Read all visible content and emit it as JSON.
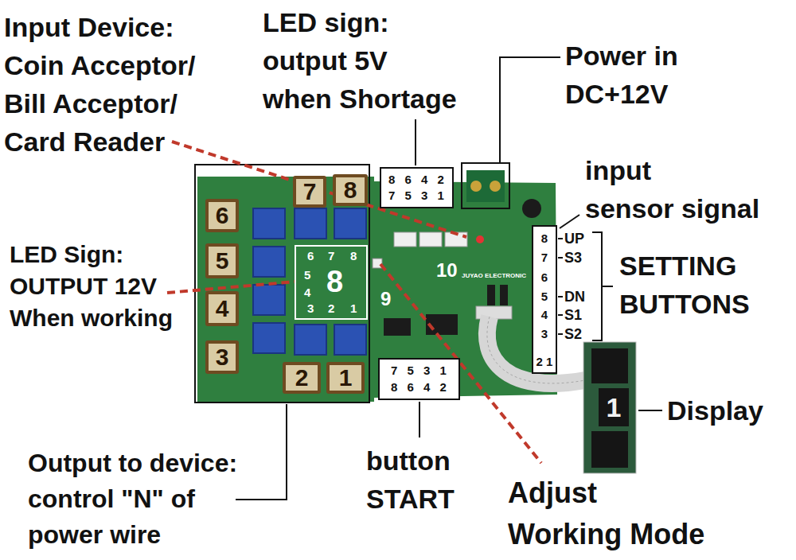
{
  "diagram": {
    "nodes": [
      {
        "text": [
          "8 6 4 2",
          "7 5 3 1"
        ]
      },
      {
        "text": [
          "7"
        ]
      },
      {
        "text": [
          "8"
        ]
      },
      {
        "text": [
          "6"
        ]
      },
      {
        "text": [
          "8",
          "7",
          "6",
          "5",
          "4",
          "3",
          "2 1"
        ]
      },
      {
        "text": [
          "5"
        ]
      },
      {
        "text": [
          "6",
          "7",
          "8",
          "5",
          "8",
          "4",
          "3",
          "2",
          "1"
        ]
      },
      {
        "text": [
          "4"
        ]
      },
      {
        "text": [
          "3"
        ]
      },
      {
        "text": [
          "7 5 3 1",
          "8 6 4 2"
        ]
      },
      {
        "text": [
          "2"
        ]
      },
      {
        "text": [
          "1"
        ]
      },
      {
        "text": [
          "1"
        ]
      }
    ],
    "labels": [
      "Input Device: Coin Acceptor/ Bill Acceptor/ Card Reader",
      "LED sign: output 5V when Shortage",
      "Power in DC+12V",
      "input sensor signal",
      "UP",
      "S3",
      "DN",
      "S1",
      "S2",
      "SETTING BUTTONS",
      "LED Sign: OUTPUT 12V When working",
      "10",
      "JUYAO ELECTRONIC",
      "9",
      "Display",
      "Output to device: control \"N\" of power wire",
      "button START",
      "Adjust Working Mode"
    ]
  }
}
